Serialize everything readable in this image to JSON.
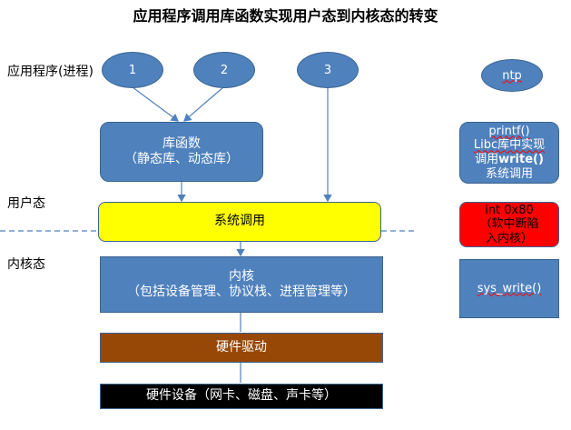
{
  "title": "应用程序调用库函数实现用户态到内核态的转变",
  "labels": {
    "app_process": "应用程序(进程)",
    "user_mode": "用户态",
    "kernel_mode": "内核态"
  },
  "processes": [
    "1",
    "2",
    "3"
  ],
  "boxes": {
    "lib_line1": "库函数",
    "lib_line2": "（静态库、动态库）",
    "syscall": "系统调用",
    "kernel_line1": "内核",
    "kernel_line2": "（包括设备管理、协议栈、进程管理等）",
    "driver": "硬件驱动",
    "hardware": "硬件设备（网卡、磁盘、声卡等）"
  },
  "side": {
    "ntp": "ntp",
    "printf_1": "printf()",
    "printf_2a": "Libc库中实现",
    "printf_3a": "调用",
    "printf_3b": "write()",
    "printf_4": "系统调用",
    "int_1": "int 0x80",
    "int_2": "（软中断陷",
    "int_3": "入内核）",
    "sys_write": "sys_write()"
  },
  "colors": {
    "blue": "#4f81bd",
    "yellow": "#ffff00",
    "brown": "#974806",
    "black": "#000000",
    "red": "#ff0000"
  }
}
